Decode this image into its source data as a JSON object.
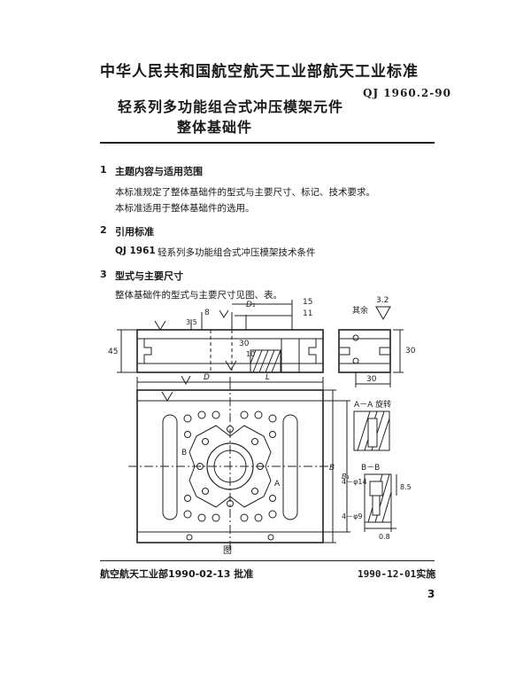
{
  "header": {
    "organization": "中华人民共和国航空航天工业部航天工业标准",
    "standard_code": "QJ 1960.2-90",
    "title_line1": "轻系列多功能组合式冲压模架元件",
    "title_line2": "整体基础件"
  },
  "sections": [
    {
      "number": "1",
      "heading": "主题内容与适用范围",
      "paragraphs": [
        "本标准规定了整体基础件的型式与主要尺寸、标记、技术要求。",
        "本标准适用于整体基础件的选用。"
      ]
    },
    {
      "number": "2",
      "heading": "引用标准",
      "reference_code": "QJ 1961",
      "reference_title": "轻系列多功能组合式冲压模架技术条件"
    },
    {
      "number": "3",
      "heading": "型式与主要尺寸",
      "paragraphs": [
        "整体基础件的型式与主要尺寸见图、表。"
      ]
    }
  ],
  "figure": {
    "caption": "图",
    "labels": {
      "dim_15": "15",
      "dim_11": "11",
      "dim_8": "8",
      "dim_d1": "D₁",
      "dim_3_5_left": "3.5",
      "dim_45": "45",
      "dim_30_center": "30",
      "dim_10": "10",
      "dim_d": "D",
      "dim_l": "L",
      "rest_text": "其余",
      "roughness": "3.2",
      "dim_30_side": "30",
      "dim_30_bottom": "30",
      "section_aa": "A－A 旋转",
      "section_bb": "B－B",
      "phi14": "4－φ14",
      "phi9": "4－φ9",
      "dim_8_5": "8.5",
      "dim_0_8": "0.8",
      "dim_b": "B",
      "dim_b1": "B₁",
      "mark_a": "A",
      "mark_b": "B"
    }
  },
  "footer": {
    "approval": "航空航天工业部1990-02-13 批准",
    "implementation": "1990-12-01实施",
    "page_number": "3"
  }
}
